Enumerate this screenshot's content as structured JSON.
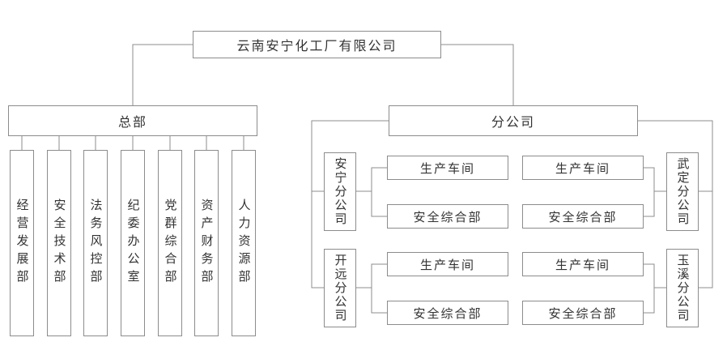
{
  "company": {
    "name": "云南安宁化工厂有限公司"
  },
  "headquarters": {
    "label": "总部",
    "departments": [
      {
        "name": "经营发展部"
      },
      {
        "name": "安全技术部"
      },
      {
        "name": "法务风控部"
      },
      {
        "name": "纪委办公室"
      },
      {
        "name": "党群综合部"
      },
      {
        "name": "资产财务部"
      },
      {
        "name": "人力资源部"
      }
    ]
  },
  "branch_division": {
    "label": "分公司",
    "companies": [
      {
        "name": "安宁分公司",
        "units": [
          "生产车间",
          "安全综合部"
        ]
      },
      {
        "name": "开远分公司",
        "units": [
          "生产车间",
          "安全综合部"
        ]
      },
      {
        "name": "武定分公司",
        "units": [
          "生产车间",
          "安全综合部"
        ]
      },
      {
        "name": "玉溪分公司",
        "units": [
          "生产车间",
          "安全综合部"
        ]
      }
    ]
  },
  "colors": {
    "line": "#8c8c8c",
    "text": "#333333",
    "background": "#ffffff"
  }
}
